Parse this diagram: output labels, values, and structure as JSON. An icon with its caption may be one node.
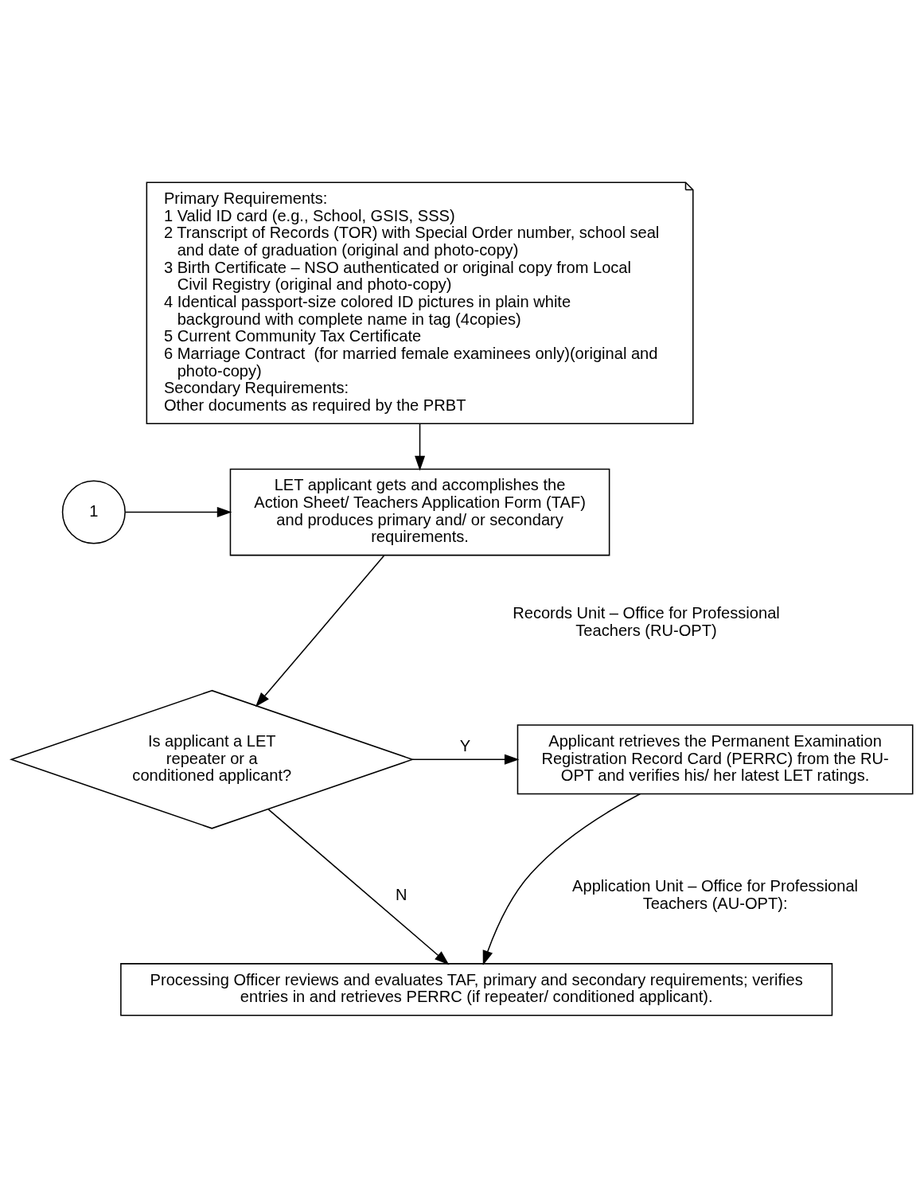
{
  "diagram": {
    "nodes": [
      {
        "text": [
          "Primary Requirements:",
          "1 Valid ID card (e.g., School, GSIS, SSS)",
          "2 Transcript of Records (TOR) with Special Order number, school seal and date of graduation (original and photo-copy)",
          "3 Birth Certificate – NSO authenticated or original copy from Local Civil Registry (original and photo-copy)",
          "4 Identical passport-size colored ID pictures in plain white background with complete name in tag (4copies)",
          "5 Current Community Tax Certificate",
          "6 Marriage Contract  (for married female examinees only)(original and photo-copy)",
          "Secondary Requirements:",
          "Other documents as required by the PRBT"
        ]
      },
      {
        "text": [
          "LET applicant gets and accomplishes the Action Sheet/ Teachers Application Form (TAF) and produces primary and/ or secondary requirements."
        ]
      },
      {
        "text": [
          "1"
        ]
      },
      {
        "text": [
          "Is applicant a LET repeater or a conditioned applicant?"
        ]
      },
      {
        "text": [
          "Applicant retrieves the Permanent Examination Registration Record Card (PERRC) from the RU-OPT and verifies his/ her latest LET ratings."
        ]
      },
      {
        "text": [
          "Processing Officer reviews and evaluates TAF, primary and secondary requirements; verifies entries in and retrieves PERRC (if repeater/ conditioned applicant)."
        ]
      }
    ],
    "edges": [
      {
        "from": 0,
        "to": 1,
        "arrow": "to"
      },
      {
        "from": 2,
        "to": 1,
        "arrow": "to"
      },
      {
        "from": 1,
        "to": 3,
        "arrow": "to"
      },
      {
        "from": 3,
        "to": 4,
        "arrow": "to",
        "label": "Y"
      },
      {
        "from": 3,
        "to": 5,
        "arrow": "to",
        "label": "N"
      },
      {
        "from": 4,
        "to": 5,
        "arrow": "to"
      }
    ],
    "labels": [
      "Records Unit – Office for Professional Teachers (RU-OPT)",
      "Application Unit – Office for Professional Teachers (AU-OPT):"
    ]
  }
}
